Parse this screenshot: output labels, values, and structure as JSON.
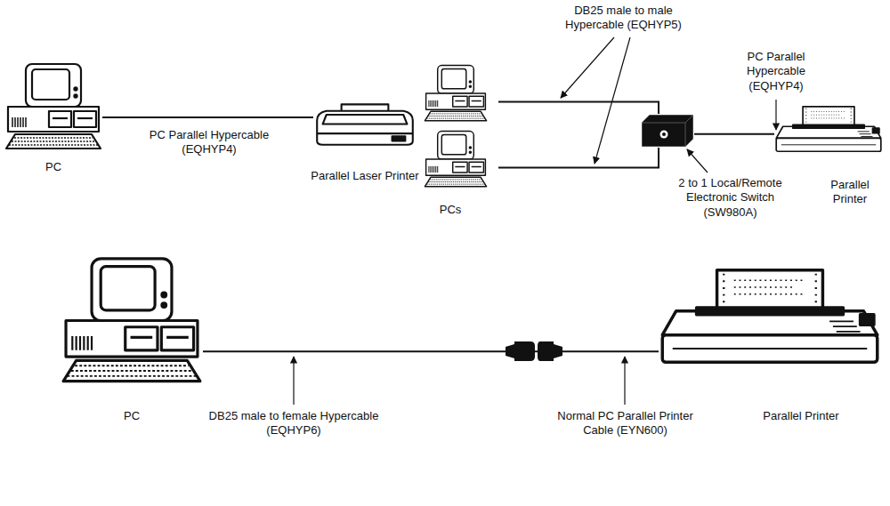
{
  "diagram": {
    "nodes": [
      {
        "text": [
          "PC"
        ]
      },
      {
        "text": [
          "Parallel Laser Printer"
        ]
      },
      {
        "text": [
          "PCs"
        ]
      },
      {
        "text": [
          "2 to 1 Local/Remote Electronic Switch (SW980A)"
        ]
      },
      {
        "text": [
          "Parallel Printer"
        ]
      },
      {
        "text": [
          "PC"
        ]
      },
      {
        "text": [
          "Parallel Printer"
        ]
      }
    ],
    "edges": [
      {
        "from": 0,
        "to": 1,
        "arrow": "none",
        "label": "PC Parallel Hypercable (EQHYP4)"
      },
      {
        "from": 2,
        "to": 3,
        "arrow": "none"
      },
      {
        "from": 2,
        "to": 3,
        "arrow": "none"
      },
      {
        "from": 3,
        "to": 4,
        "arrow": "none",
        "label": "PC Parallel Hypercable (EQHYP4)"
      },
      {
        "from": 5,
        "to": 6,
        "arrow": "none"
      }
    ],
    "labels": [
      "DB25 male to male Hypercable (EQHYP5)",
      "DB25 male to female Hypercable (EQHYP6)",
      "Normal PC Parallel Printer Cable (EYN600)"
    ]
  }
}
